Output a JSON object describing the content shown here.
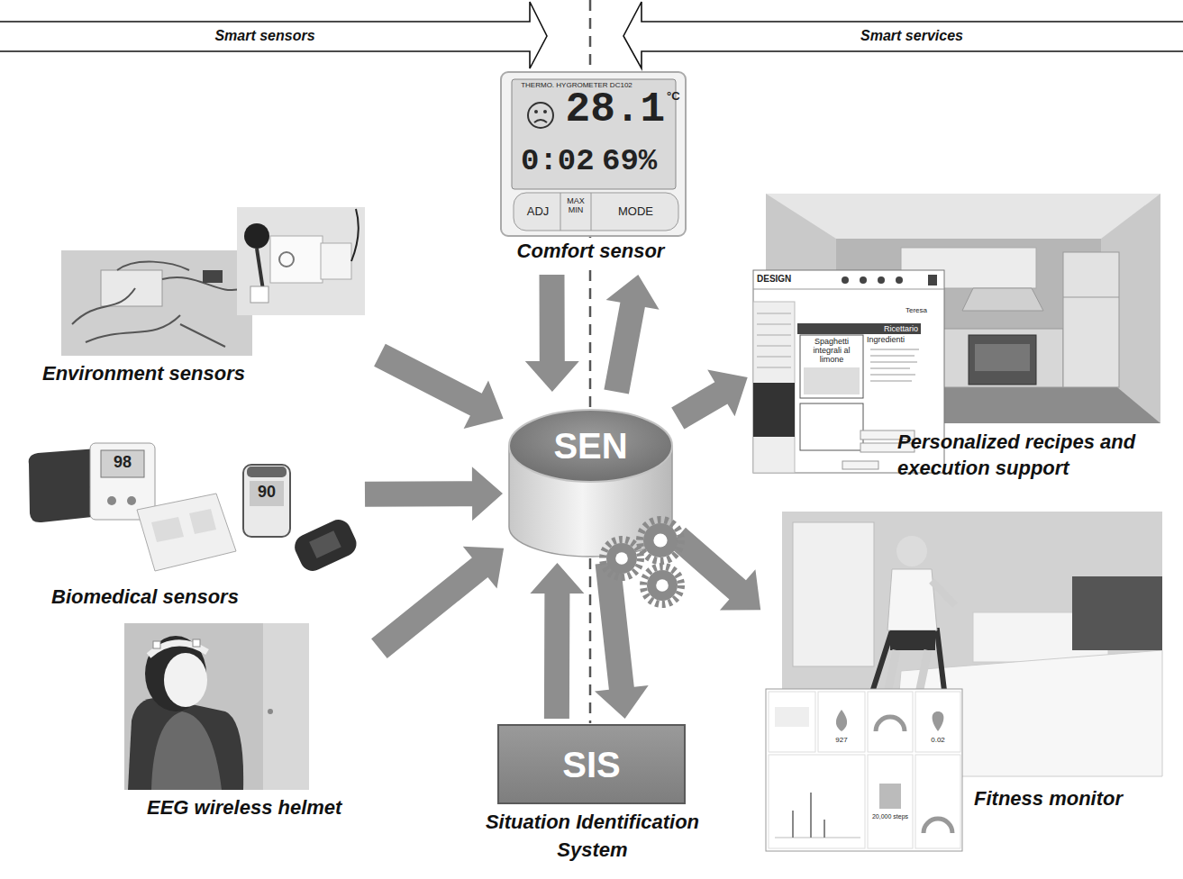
{
  "diagram": {
    "nodes": [
      {
        "text": [
          "Smart sensors"
        ]
      },
      {
        "text": [
          "Smart services"
        ]
      },
      {
        "text": [
          "Comfort sensor"
        ]
      },
      {
        "text": [
          "Environment sensors"
        ]
      },
      {
        "text": [
          "Personalized recipes and execution support"
        ]
      },
      {
        "text": [
          "SEN"
        ]
      },
      {
        "text": [
          "Biomedical sensors"
        ]
      },
      {
        "text": [
          "Fitness monitor"
        ]
      },
      {
        "text": [
          "EEG wireless helmet"
        ]
      },
      {
        "text": [
          "SIS",
          "Situation Identification System"
        ]
      }
    ],
    "edges": [
      {
        "from": 2,
        "to": 5,
        "arrow": "to"
      },
      {
        "from": 5,
        "to": 2,
        "arrow": "to"
      },
      {
        "from": 3,
        "to": 5,
        "arrow": "to"
      },
      {
        "from": 5,
        "to": 4,
        "arrow": "to"
      },
      {
        "from": 6,
        "to": 5,
        "arrow": "to"
      },
      {
        "from": 8,
        "to": 5,
        "arrow": "to"
      },
      {
        "from": 5,
        "to": 7,
        "arrow": "to"
      },
      {
        "from": 9,
        "to": 5,
        "arrow": "to"
      },
      {
        "from": 5,
        "to": 9,
        "arrow": "to"
      }
    ],
    "labels": [
      "THERMO. HYGROMETER DC102",
      "28.1",
      "°C",
      "0:02",
      "69%",
      "ADJ",
      "MAX MIN",
      "MODE",
      "98",
      "90",
      "DESIGN",
      "Teresa",
      "Ricettario",
      "Ingredienti",
      "Spaghetti integrali al limone",
      "927",
      "0.02",
      "20,000 steps"
    ]
  }
}
